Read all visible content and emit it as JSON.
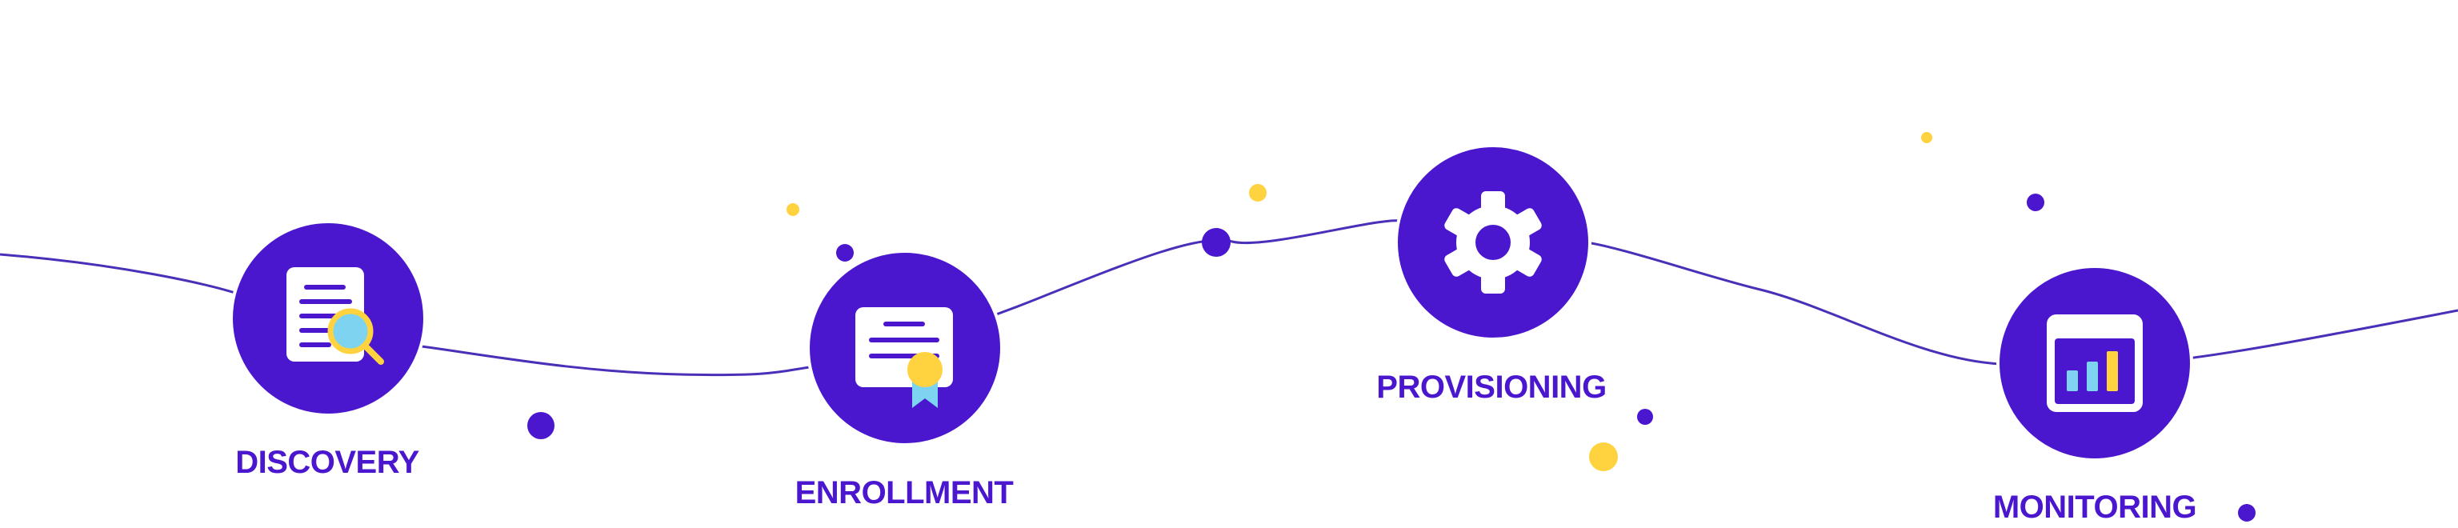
{
  "steps": [
    {
      "id": "discovery",
      "label": "DISCOVERY",
      "icon": "document-search-icon"
    },
    {
      "id": "enrollment",
      "label": "ENROLLMENT",
      "icon": "certificate-icon"
    },
    {
      "id": "provisioning",
      "label": "PROVISIONING",
      "icon": "gear-icon"
    },
    {
      "id": "monitoring",
      "label": "MONITORING",
      "icon": "bar-chart-dashboard-icon"
    }
  ],
  "colors": {
    "primary": "#4a17cf",
    "accent_yellow": "#ffd23f",
    "accent_cyan": "#7dd3f0",
    "line": "#4a2fb8",
    "background": "#ffffff"
  }
}
